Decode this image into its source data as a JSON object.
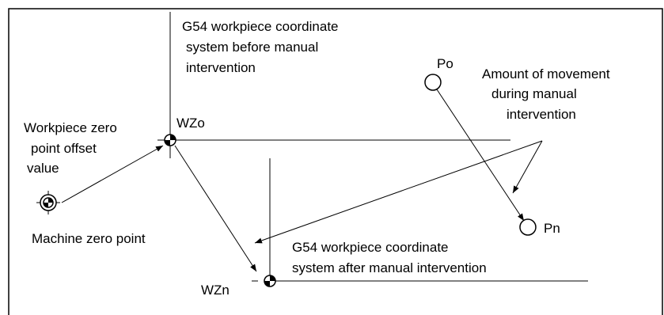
{
  "labels": {
    "g54_before": [
      "G54 workpiece coordinate",
      "system before manual",
      "intervention"
    ],
    "po": "Po",
    "amount_movement": [
      "Amount of movement",
      "during manual",
      "intervention"
    ],
    "wzo": "WZo",
    "offset_value": [
      "Workpiece zero",
      "point offset",
      "value"
    ],
    "pn": "Pn",
    "machine_zero": "Machine zero point",
    "g54_after": [
      "G54 workpiece coordinate",
      "system after manual intervention"
    ],
    "wzn": "WZn"
  },
  "colors": {
    "line": "#000000",
    "background": "#ffffff"
  },
  "icons": [
    "machine-zero-symbol",
    "zero-point-symbol",
    "point-circle"
  ]
}
